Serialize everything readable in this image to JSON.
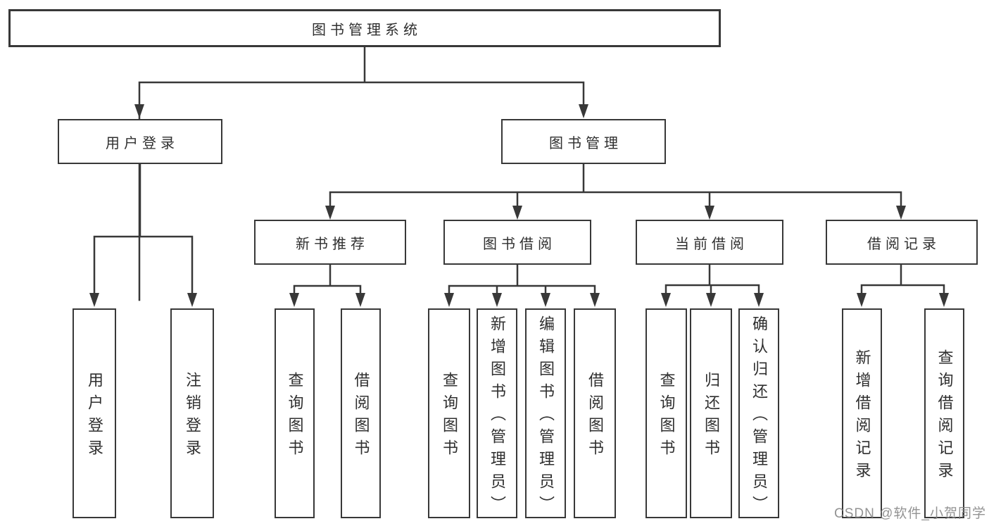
{
  "diagram": {
    "title": "图书管理系统",
    "root": {
      "label": "图书管理系统"
    },
    "level2": [
      {
        "label": "用户登录",
        "children": [
          {
            "label": "用户登录"
          },
          {
            "label": "注销登录"
          }
        ]
      },
      {
        "label": "图书管理",
        "children": [
          {
            "label": "新书推荐",
            "children": [
              {
                "label": "查询图书"
              },
              {
                "label": "借阅图书"
              }
            ]
          },
          {
            "label": "图书借阅",
            "children": [
              {
                "label": "查询图书"
              },
              {
                "label": "新增图书（管理员）"
              },
              {
                "label": "编辑图书（管理员）"
              },
              {
                "label": "借阅图书"
              }
            ]
          },
          {
            "label": "当前借阅",
            "children": [
              {
                "label": "查询图书"
              },
              {
                "label": "归还图书"
              },
              {
                "label": "确认归还（管理员）"
              }
            ]
          },
          {
            "label": "借阅记录",
            "children": [
              {
                "label": "新增借阅记录"
              },
              {
                "label": "查询借阅记录"
              }
            ]
          }
        ]
      }
    ]
  },
  "watermark": {
    "text": "CSDN @软件_小贺同学"
  },
  "colors": {
    "line": "#383838",
    "text": "#2f2f2f",
    "box_border": "#383838",
    "background": "#ffffff",
    "watermark": "#878787"
  }
}
